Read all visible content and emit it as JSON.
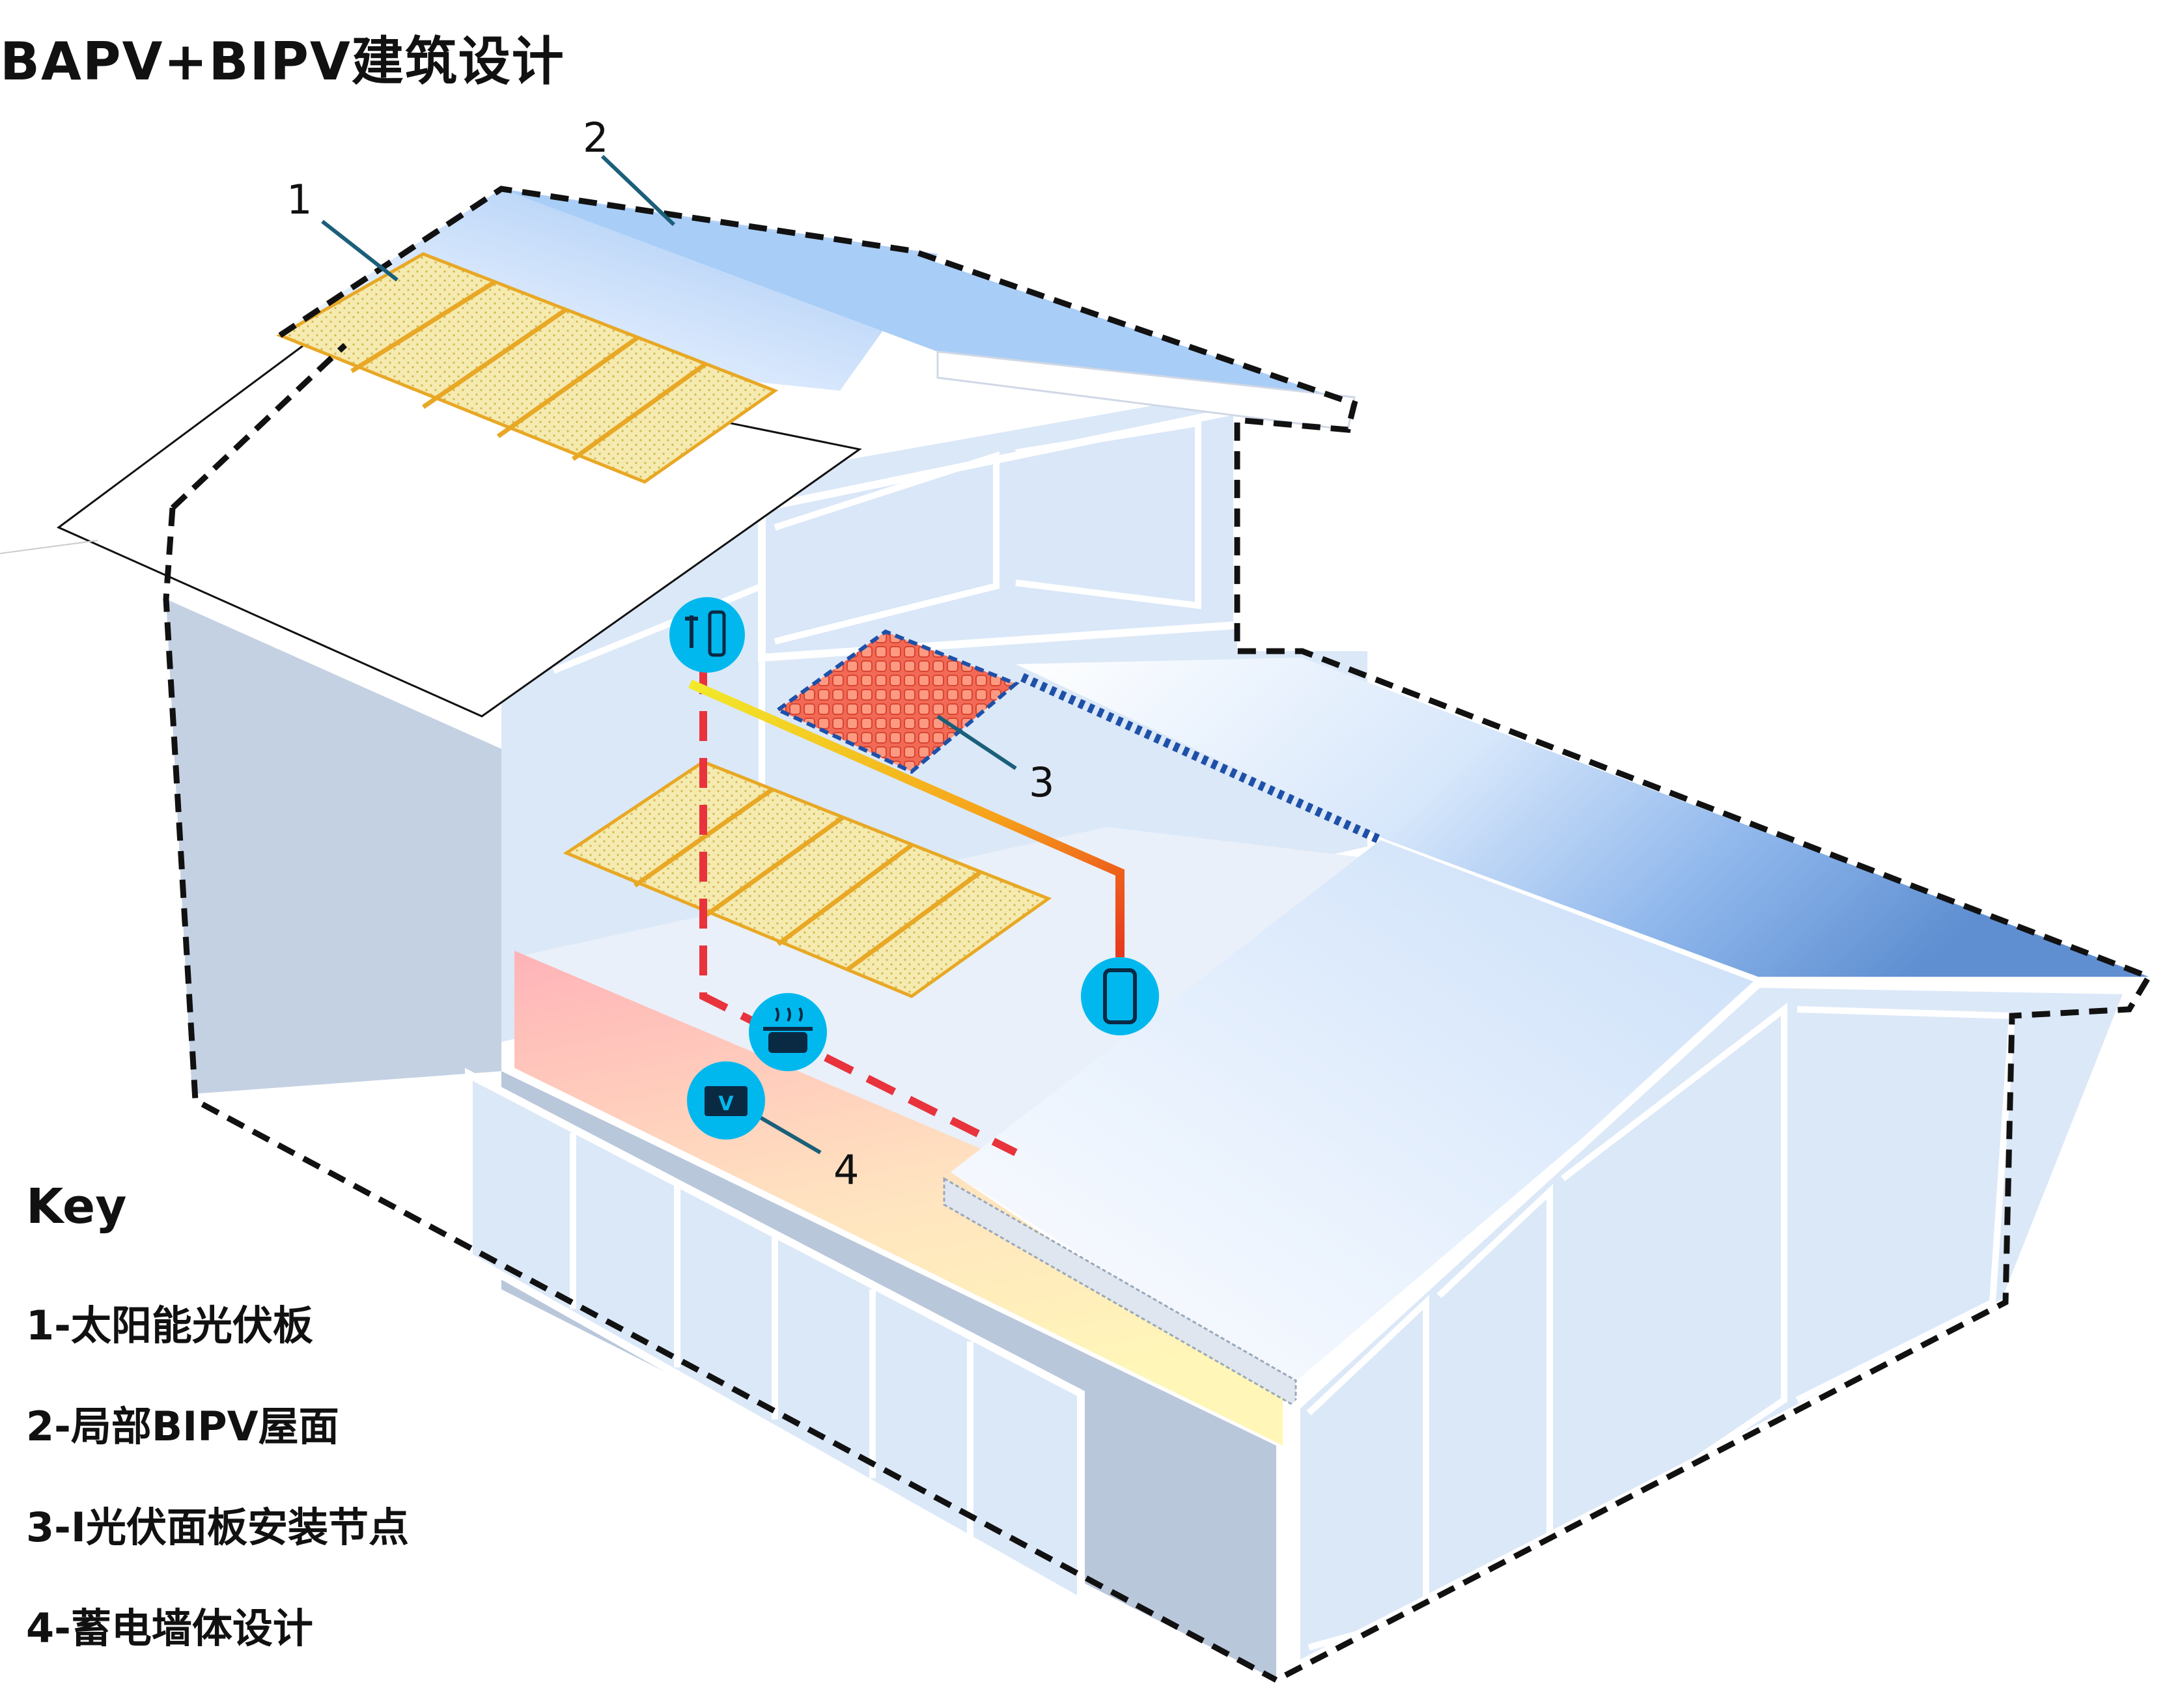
{
  "title": "BAPV+BIPV建筑设计",
  "callouts": [
    "1",
    "2",
    "3",
    "4"
  ],
  "key": {
    "heading": "Key",
    "items": [
      "1-太阳能光伏板",
      "2-局部BIPV屋面",
      "3-I光伏面板安装节点",
      "4-蓄电墙体设计"
    ]
  },
  "battery_label": "V",
  "colors": {
    "pv_panel": "#f3e7a3",
    "pv_edge": "#e8a825",
    "roof_blue": "#6a9fdc",
    "wall_gray": "#c4d1e3",
    "glass": "#dbe8f8",
    "node_red": "#e8584a",
    "icon_cyan": "#00b8ee",
    "storage_pink": "#ffb4b8",
    "storage_yellow": "#fff3b8"
  }
}
